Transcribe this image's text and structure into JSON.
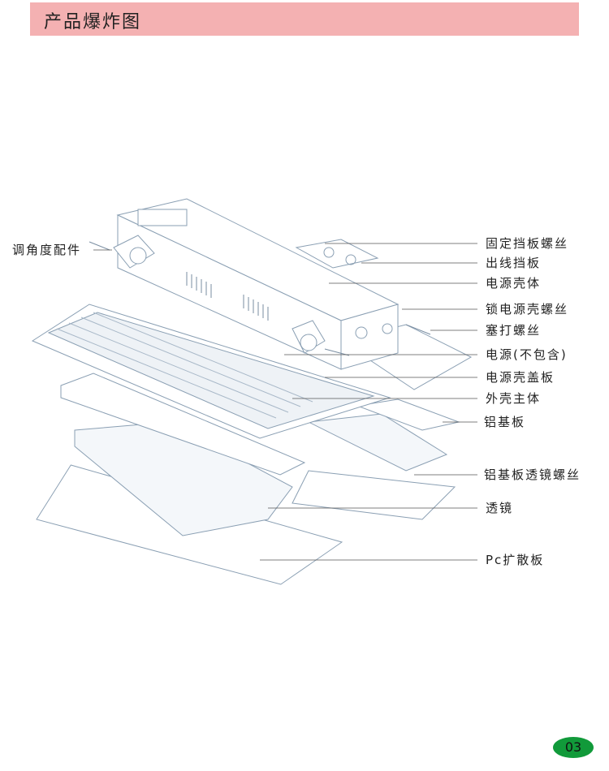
{
  "header": {
    "title": "产品爆炸图"
  },
  "labels": {
    "left": "调角度配件",
    "right": [
      "固定挡板螺丝",
      "出线挡板",
      "电源壳体",
      "锁电源壳螺丝",
      "塞打螺丝",
      "电源(不包含)",
      "电源壳盖板",
      "外壳主体",
      "铝基板",
      "铝基板透镜螺丝",
      "透镜",
      "Pc扩散板"
    ]
  },
  "page_number": "03",
  "colors": {
    "header_bg": "#f4b1b2",
    "line": "#8a9fb3",
    "page_badge": "#119a3a"
  }
}
